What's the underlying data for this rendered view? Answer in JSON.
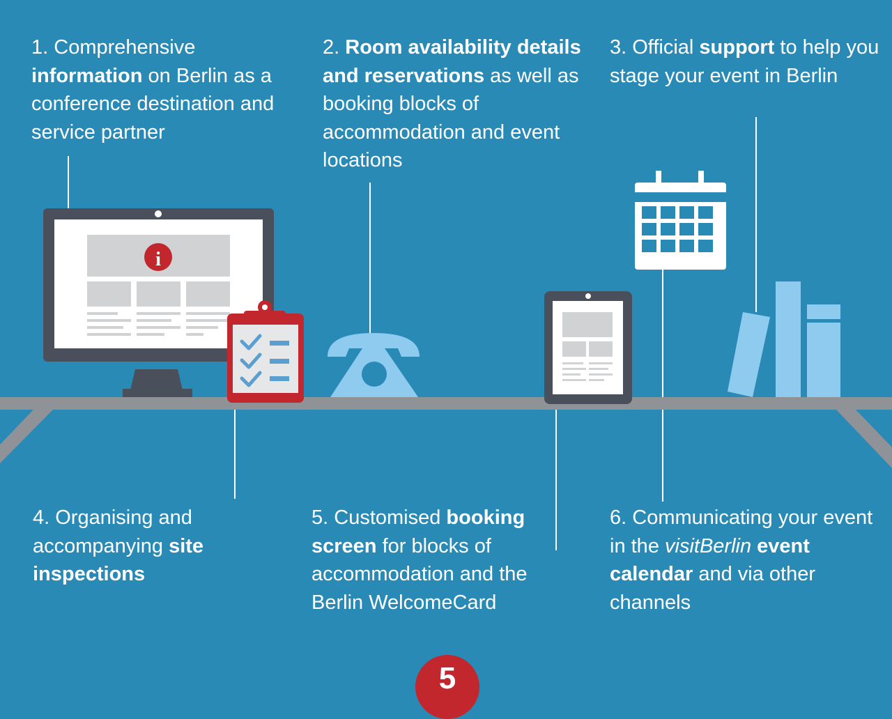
{
  "items": [
    {
      "number": "1.",
      "pre": " Comprehensive ",
      "bold": "information",
      "post": " on Berlin as a conference destination and service partner"
    },
    {
      "number": "2.",
      "pre": " ",
      "bold": "Room availability details and reservations",
      "post": " as well as booking blocks of accommodation and event locations"
    },
    {
      "number": "3.",
      "pre": " Official ",
      "bold": "support",
      "post": " to help you stage your event in Berlin"
    },
    {
      "number": "4.",
      "pre": " Organising and accompanying ",
      "bold": "site inspections",
      "post": ""
    },
    {
      "number": "5.",
      "pre": " Customised ",
      "bold": "booking screen",
      "post": " for blocks of accommodation and the Berlin WelcomeCard"
    },
    {
      "number": "6.",
      "pre": " Communicating your event in the ",
      "italic": "visitBerlin",
      "mid": " ",
      "bold": "event calendar",
      "post": " and via other channels"
    }
  ],
  "page_number": "5",
  "icons": {
    "monitor": "monitor-info-icon",
    "clipboard": "clipboard-checklist-icon",
    "phone": "telephone-icon",
    "tablet": "tablet-icon",
    "calendar": "calendar-icon",
    "books": "books-icon",
    "info_glyph": "i"
  },
  "colors": {
    "background": "#2a8ab6",
    "shelf": "#8f9296",
    "accent_red": "#c1272d",
    "light_blue": "#8fcbef",
    "device_dark": "#4a4f5c",
    "white": "#ffffff"
  }
}
